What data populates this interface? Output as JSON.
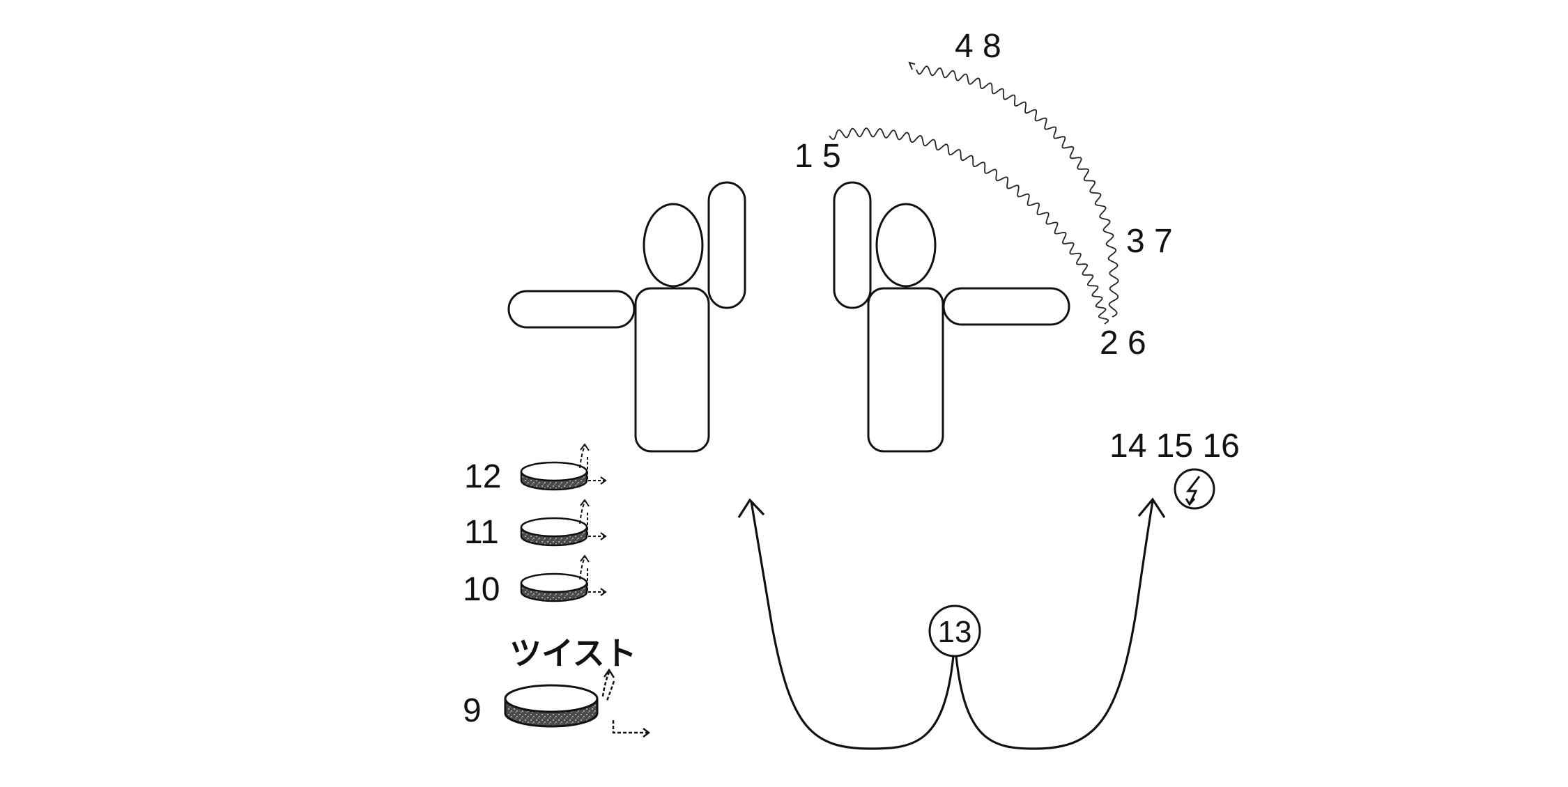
{
  "figure": {
    "wave_labels": {
      "outer_top": "4 8",
      "inner_top": "1 5",
      "outer_end": "3 7",
      "inner_end": "2 6"
    },
    "disk_labels": [
      "12",
      "11",
      "10",
      "9"
    ],
    "twist_text": "ツイスト",
    "hub_label": "13",
    "device_labels": "14 15 16",
    "device_icon": "lightning-bolt-in-circle"
  }
}
